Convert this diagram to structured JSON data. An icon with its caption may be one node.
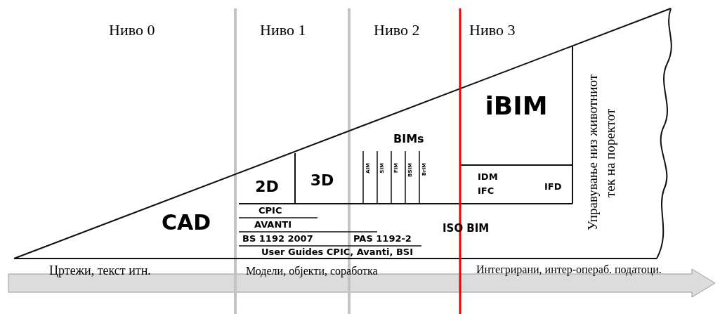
{
  "diagram": {
    "nodes": [
      {
        "text": [
          "2D"
        ]
      },
      {
        "text": [
          "3D"
        ]
      },
      {
        "text": [
          "iBIM"
        ]
      },
      {
        "text": [
          "IDM",
          "IFC",
          "IFD"
        ]
      }
    ],
    "labels": [
      "Ниво 0",
      "Ниво 1",
      "Ниво 2",
      "Ниво 3",
      "BIMs",
      "AIM",
      "SIM",
      "FIM",
      "BSIM",
      "BrIM",
      "Управување низ животниот тек на поректот",
      "CAD",
      "CPIC",
      "AVANTI",
      "BS 1192 2007",
      "PAS 1192-2",
      "ISO BIM",
      "User Guides CPIC, Avanti, BSI",
      "Цртежи, текст итн.",
      "Модели, објекти, соработка",
      "Интегрирани, интер-операб. податоци."
    ]
  }
}
